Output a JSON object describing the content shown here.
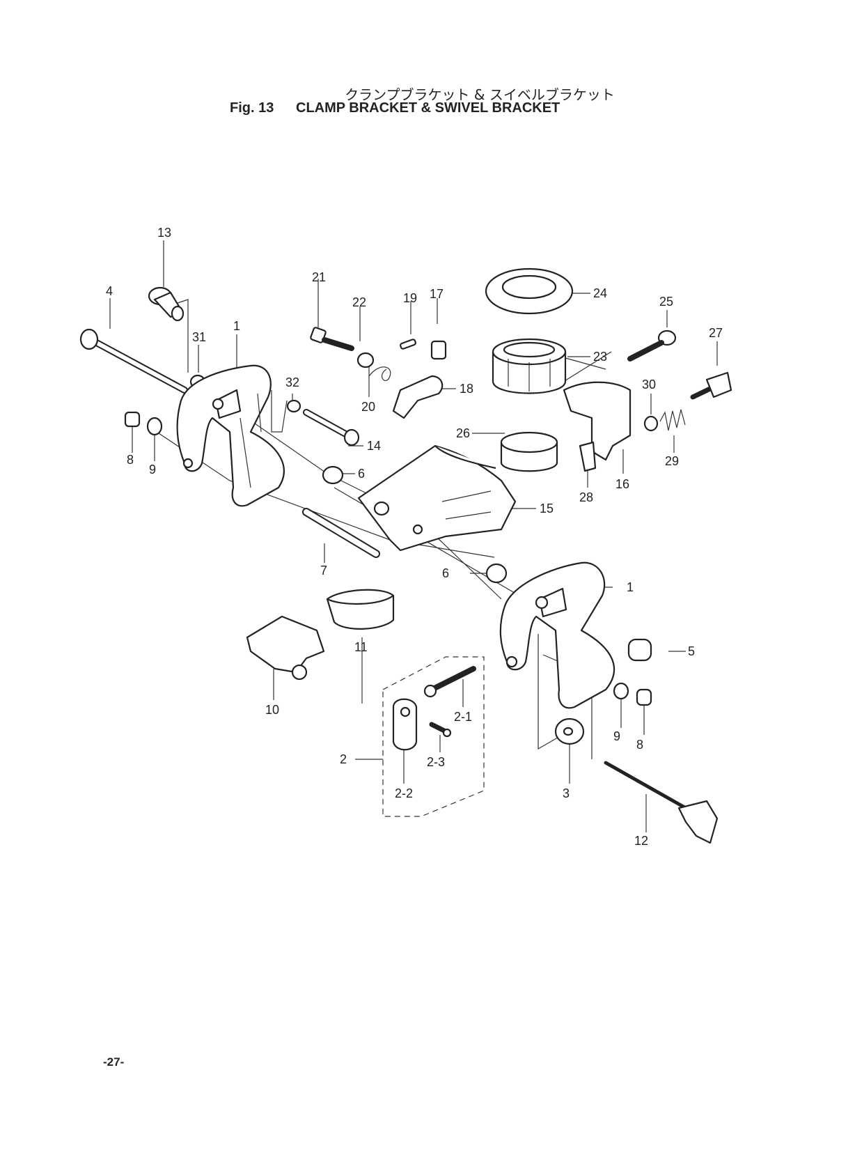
{
  "title_jp": "クランプブラケット & スイベルブラケット",
  "fig_label": "Fig. 13",
  "title_en": "CLAMP BRACKET & SWIVEL BRACKET",
  "page_number": "-27-",
  "callouts": {
    "p1a": "1",
    "p1b": "1",
    "p2": "2",
    "p2_1": "2-1",
    "p2_2": "2-2",
    "p2_3": "2-3",
    "p3": "3",
    "p4": "4",
    "p5": "5",
    "p6a": "6",
    "p6b": "6",
    "p7": "7",
    "p8a": "8",
    "p8b": "8",
    "p9a": "9",
    "p9b": "9",
    "p10": "10",
    "p11": "11",
    "p12": "12",
    "p13": "13",
    "p14": "14",
    "p15": "15",
    "p16": "16",
    "p17": "17",
    "p18": "18",
    "p19": "19",
    "p20": "20",
    "p21": "21",
    "p22": "22",
    "p23": "23",
    "p24": "24",
    "p25": "25",
    "p26": "26",
    "p27": "27",
    "p28": "28",
    "p29": "29",
    "p30": "30",
    "p31": "31",
    "p32": "32"
  }
}
